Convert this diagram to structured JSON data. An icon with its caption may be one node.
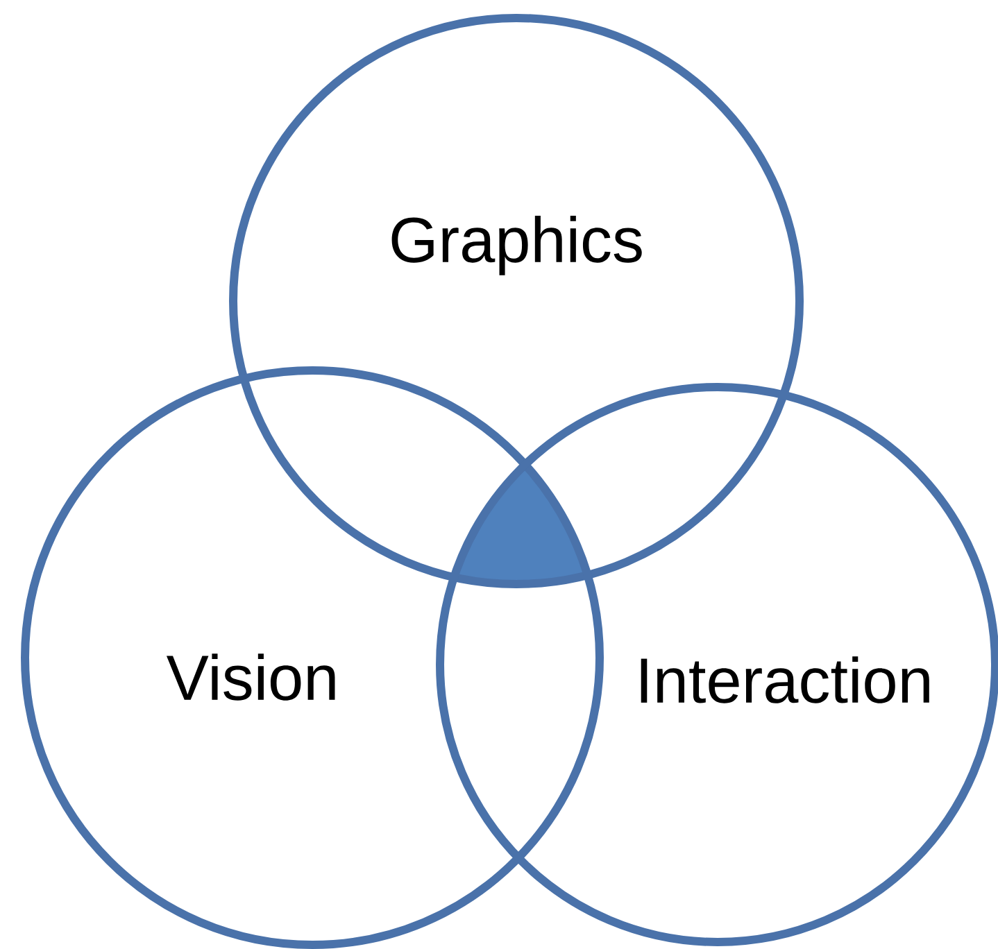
{
  "diagram": {
    "nodes": [
      {
        "text": [
          "Graphics"
        ]
      },
      {
        "text": [
          "Vision"
        ]
      },
      {
        "text": [
          "Interaction"
        ]
      }
    ]
  }
}
